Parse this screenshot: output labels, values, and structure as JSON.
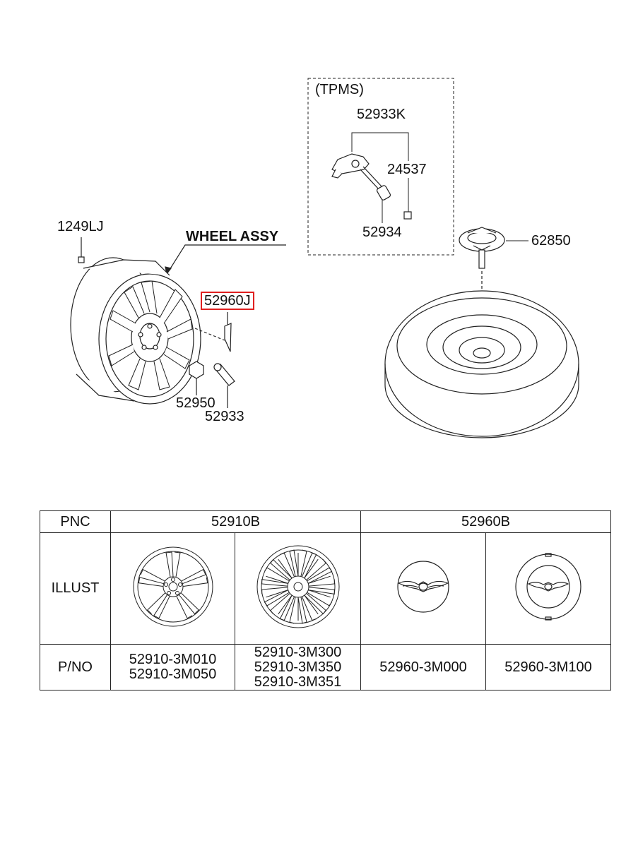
{
  "callouts": {
    "wheel_assy": "WHEEL ASSY",
    "bolt": "1249LJ",
    "cap_highlight": "52960J",
    "nut": "52950",
    "valve": "52933",
    "tpms_title": "(TPMS)",
    "tpms_sensor": "52933K",
    "tpms_nut": "24537",
    "tpms_cap": "52934",
    "spare_holder": "62850"
  },
  "highlight_color": "#e02020",
  "table": {
    "row_headers": [
      "PNC",
      "ILLUST",
      "P/NO"
    ],
    "groups": [
      "52910B",
      "52960B"
    ],
    "columns": [
      {
        "illust": "wheel-illustration",
        "parts": [
          "52910-3M010",
          "52910-3M050"
        ]
      },
      {
        "illust": "wheel-illustration",
        "parts": [
          "52910-3M300",
          "52910-3M350",
          "52910-3M351"
        ]
      },
      {
        "illust": "cap-illustration",
        "parts": [
          "52960-3M000"
        ]
      },
      {
        "illust": "cap-illustration",
        "parts": [
          "52960-3M100"
        ]
      }
    ]
  }
}
